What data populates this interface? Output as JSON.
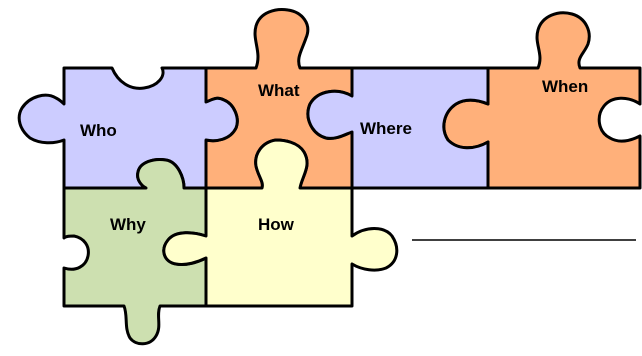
{
  "pieces": [
    {
      "id": "who",
      "label": "Who",
      "color": "#ccccff"
    },
    {
      "id": "what",
      "label": "What",
      "color": "#ffb07a"
    },
    {
      "id": "where",
      "label": "Where",
      "color": "#ccccff"
    },
    {
      "id": "when",
      "label": "When",
      "color": "#ffb07a"
    },
    {
      "id": "why",
      "label": "Why",
      "color": "#cde0b0"
    },
    {
      "id": "how",
      "label": "How",
      "color": "#ffffcc"
    }
  ]
}
